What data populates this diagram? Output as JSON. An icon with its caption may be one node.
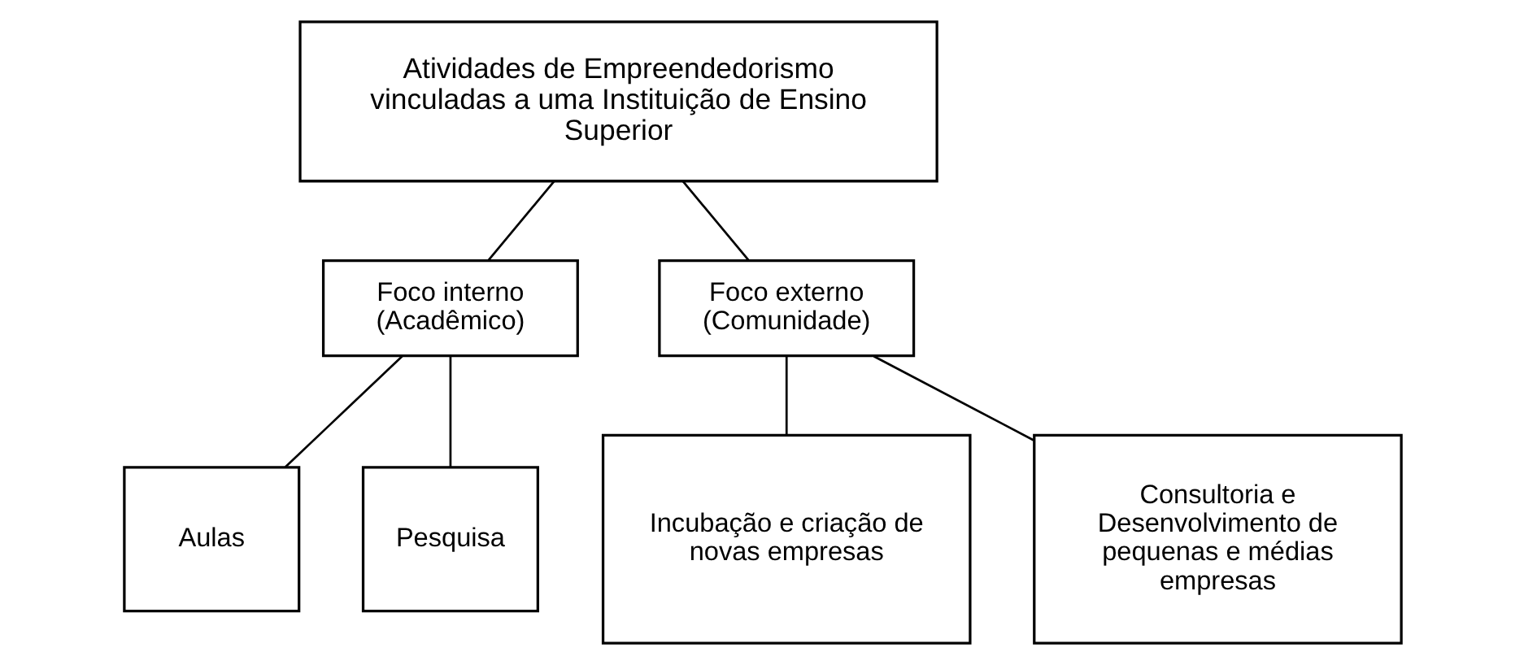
{
  "diagram": {
    "nodes": [
      {
        "text": [
          "Atividades de Empreendedorismo vinculadas a uma Instituição de Ensino Superior"
        ]
      },
      {
        "text": [
          "Foco interno (Acadêmico)"
        ]
      },
      {
        "text": [
          "Foco externo (Comunidade)"
        ]
      },
      {
        "text": [
          "Aulas"
        ]
      },
      {
        "text": [
          "Pesquisa"
        ]
      },
      {
        "text": [
          "Incubação e criação de novas empresas"
        ]
      },
      {
        "text": [
          "Consultoria e Desenvolvimento de pequenas e médias empresas"
        ]
      }
    ],
    "edges": [
      {
        "from": 0,
        "to": 1,
        "arrow": "none"
      },
      {
        "from": 0,
        "to": 2,
        "arrow": "none"
      },
      {
        "from": 1,
        "to": 3,
        "arrow": "none"
      },
      {
        "from": 1,
        "to": 4,
        "arrow": "none"
      },
      {
        "from": 2,
        "to": 5,
        "arrow": "none"
      },
      {
        "from": 2,
        "to": 6,
        "arrow": "none"
      }
    ]
  }
}
